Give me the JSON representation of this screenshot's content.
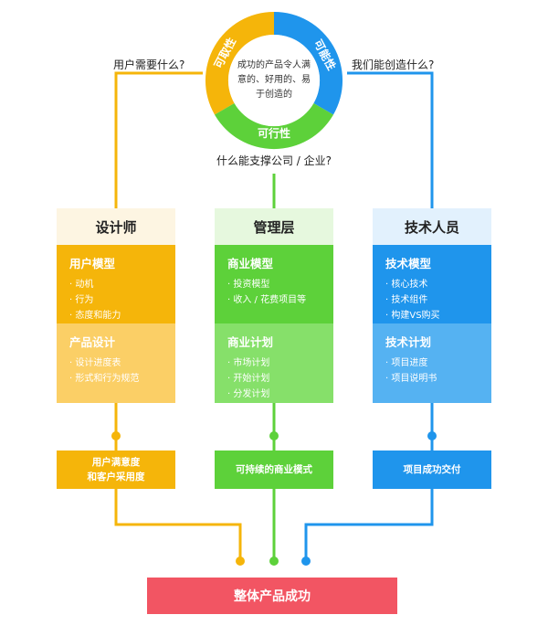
{
  "circle": {
    "center_text": [
      "成功的产品令人满",
      "意的、好用的、易",
      "于创造的"
    ],
    "segments": {
      "desirability": "可取性",
      "feasibility": "可能性",
      "viability": "可行性"
    }
  },
  "questions": {
    "left": "用户需要什么?",
    "right": "我们能创造什么?",
    "center": "什么能支撑公司 / 企业?"
  },
  "columns": [
    {
      "title": "设计师",
      "card1": {
        "title": "用户模型",
        "items": [
          "· 动机",
          "· 行为",
          "· 态度和能力"
        ]
      },
      "card2": {
        "title": "产品设计",
        "items": [
          "· 设计进度表",
          "· 形式和行为规范"
        ]
      },
      "outcome": [
        "用户满意度",
        "和客户采用度"
      ]
    },
    {
      "title": "管理层",
      "card1": {
        "title": "商业模型",
        "items": [
          "· 投资模型",
          "· 收入 / 花费项目等"
        ]
      },
      "card2": {
        "title": "商业计划",
        "items": [
          "· 市场计划",
          "· 开始计划",
          "· 分发计划"
        ]
      },
      "outcome": [
        "可持续的商业模式"
      ]
    },
    {
      "title": "技术人员",
      "card1": {
        "title": "技术模型",
        "items": [
          "· 核心技术",
          "· 技术组件",
          "· 构建VS购买"
        ]
      },
      "card2": {
        "title": "技术计划",
        "items": [
          "· 项目进度",
          "· 项目说明书"
        ]
      },
      "outcome": [
        "项目成功交付"
      ]
    }
  ],
  "final": "整体产品成功",
  "colors": {
    "yellow": "#f5b50a",
    "yellow_light": "#fbcf66",
    "yellow_head": "#fdf5e2",
    "green": "#5dd13a",
    "green_light": "#86e06a",
    "green_head": "#e6f8de",
    "blue": "#1f95ec",
    "blue_light": "#55b2f2",
    "blue_head": "#e2f1fd",
    "red": "#f25563"
  }
}
